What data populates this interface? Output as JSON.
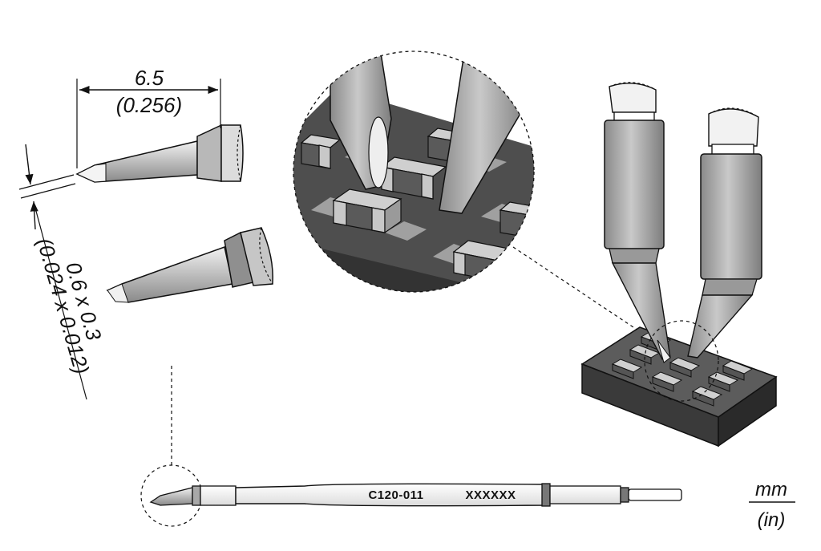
{
  "dimensions": {
    "length_mm": "6.5",
    "length_in": "(0.256)",
    "tip_mm": "0.6 x 0.3",
    "tip_in": "(0.024 x 0.012)"
  },
  "cartridge": {
    "part_number": "C120-011",
    "serial_mark": "XXXXXX"
  },
  "units": {
    "top": "mm",
    "bottom": "(in)"
  },
  "colors": {
    "line": "#111111",
    "tip_light": "#e6e6e6",
    "tip_mid": "#b4b4b4",
    "tip_dark": "#7a7a7a",
    "board": "#4a4a4a",
    "board_dark": "#2e2e2e",
    "pad": "#9a9a9a"
  }
}
